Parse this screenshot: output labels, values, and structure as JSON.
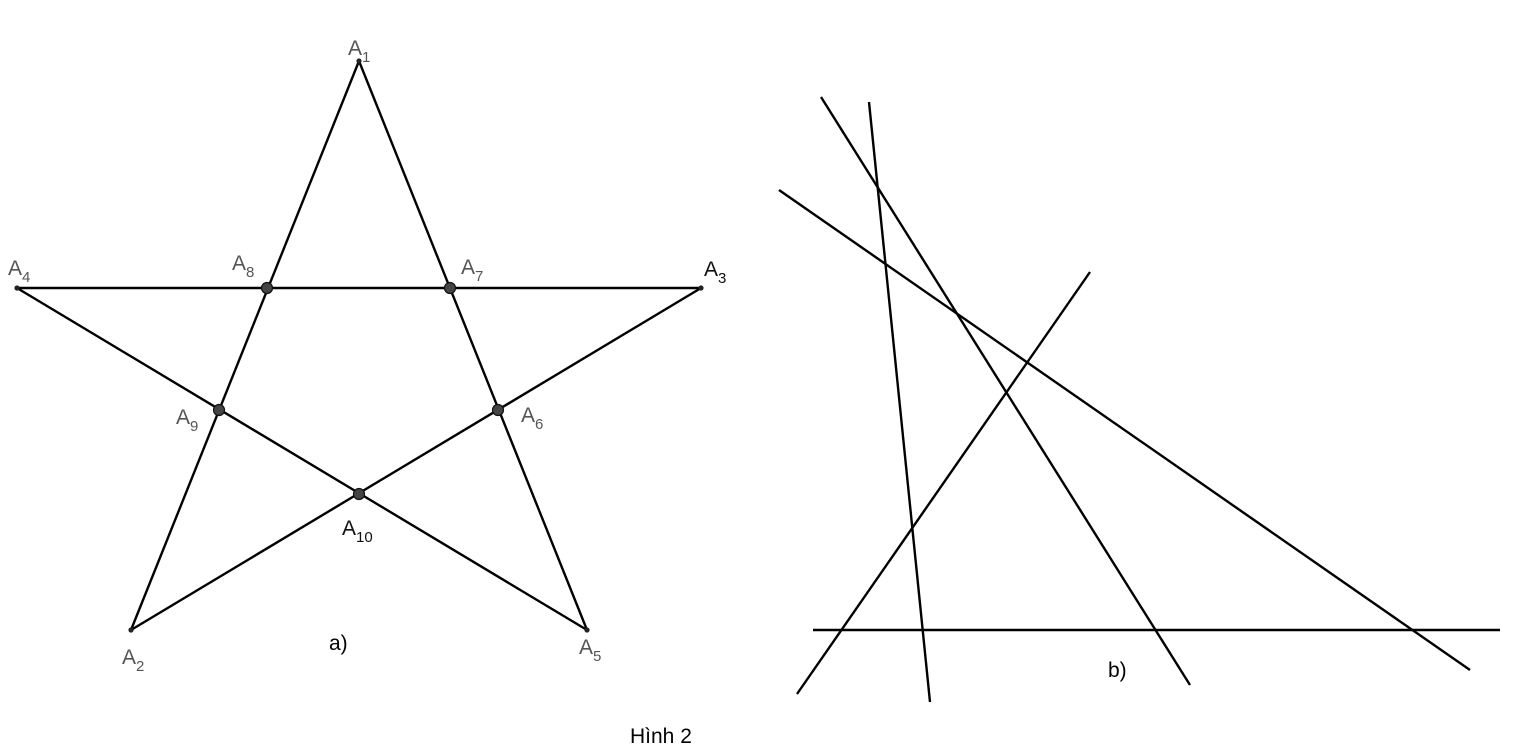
{
  "figure_caption": "Hình 2",
  "figure_a": {
    "caption": "a)",
    "points": [
      {
        "letter": "A",
        "index": "1"
      },
      {
        "letter": "A",
        "index": "2"
      },
      {
        "letter": "A",
        "index": "3"
      },
      {
        "letter": "A",
        "index": "4"
      },
      {
        "letter": "A",
        "index": "5"
      },
      {
        "letter": "A",
        "index": "6"
      },
      {
        "letter": "A",
        "index": "7"
      },
      {
        "letter": "A",
        "index": "8"
      },
      {
        "letter": "A",
        "index": "9"
      },
      {
        "letter": "A",
        "index": "10"
      }
    ]
  },
  "figure_b": {
    "caption": "b)"
  },
  "colors": {
    "line": "#000000",
    "point": "#444444",
    "label": "#555555"
  }
}
